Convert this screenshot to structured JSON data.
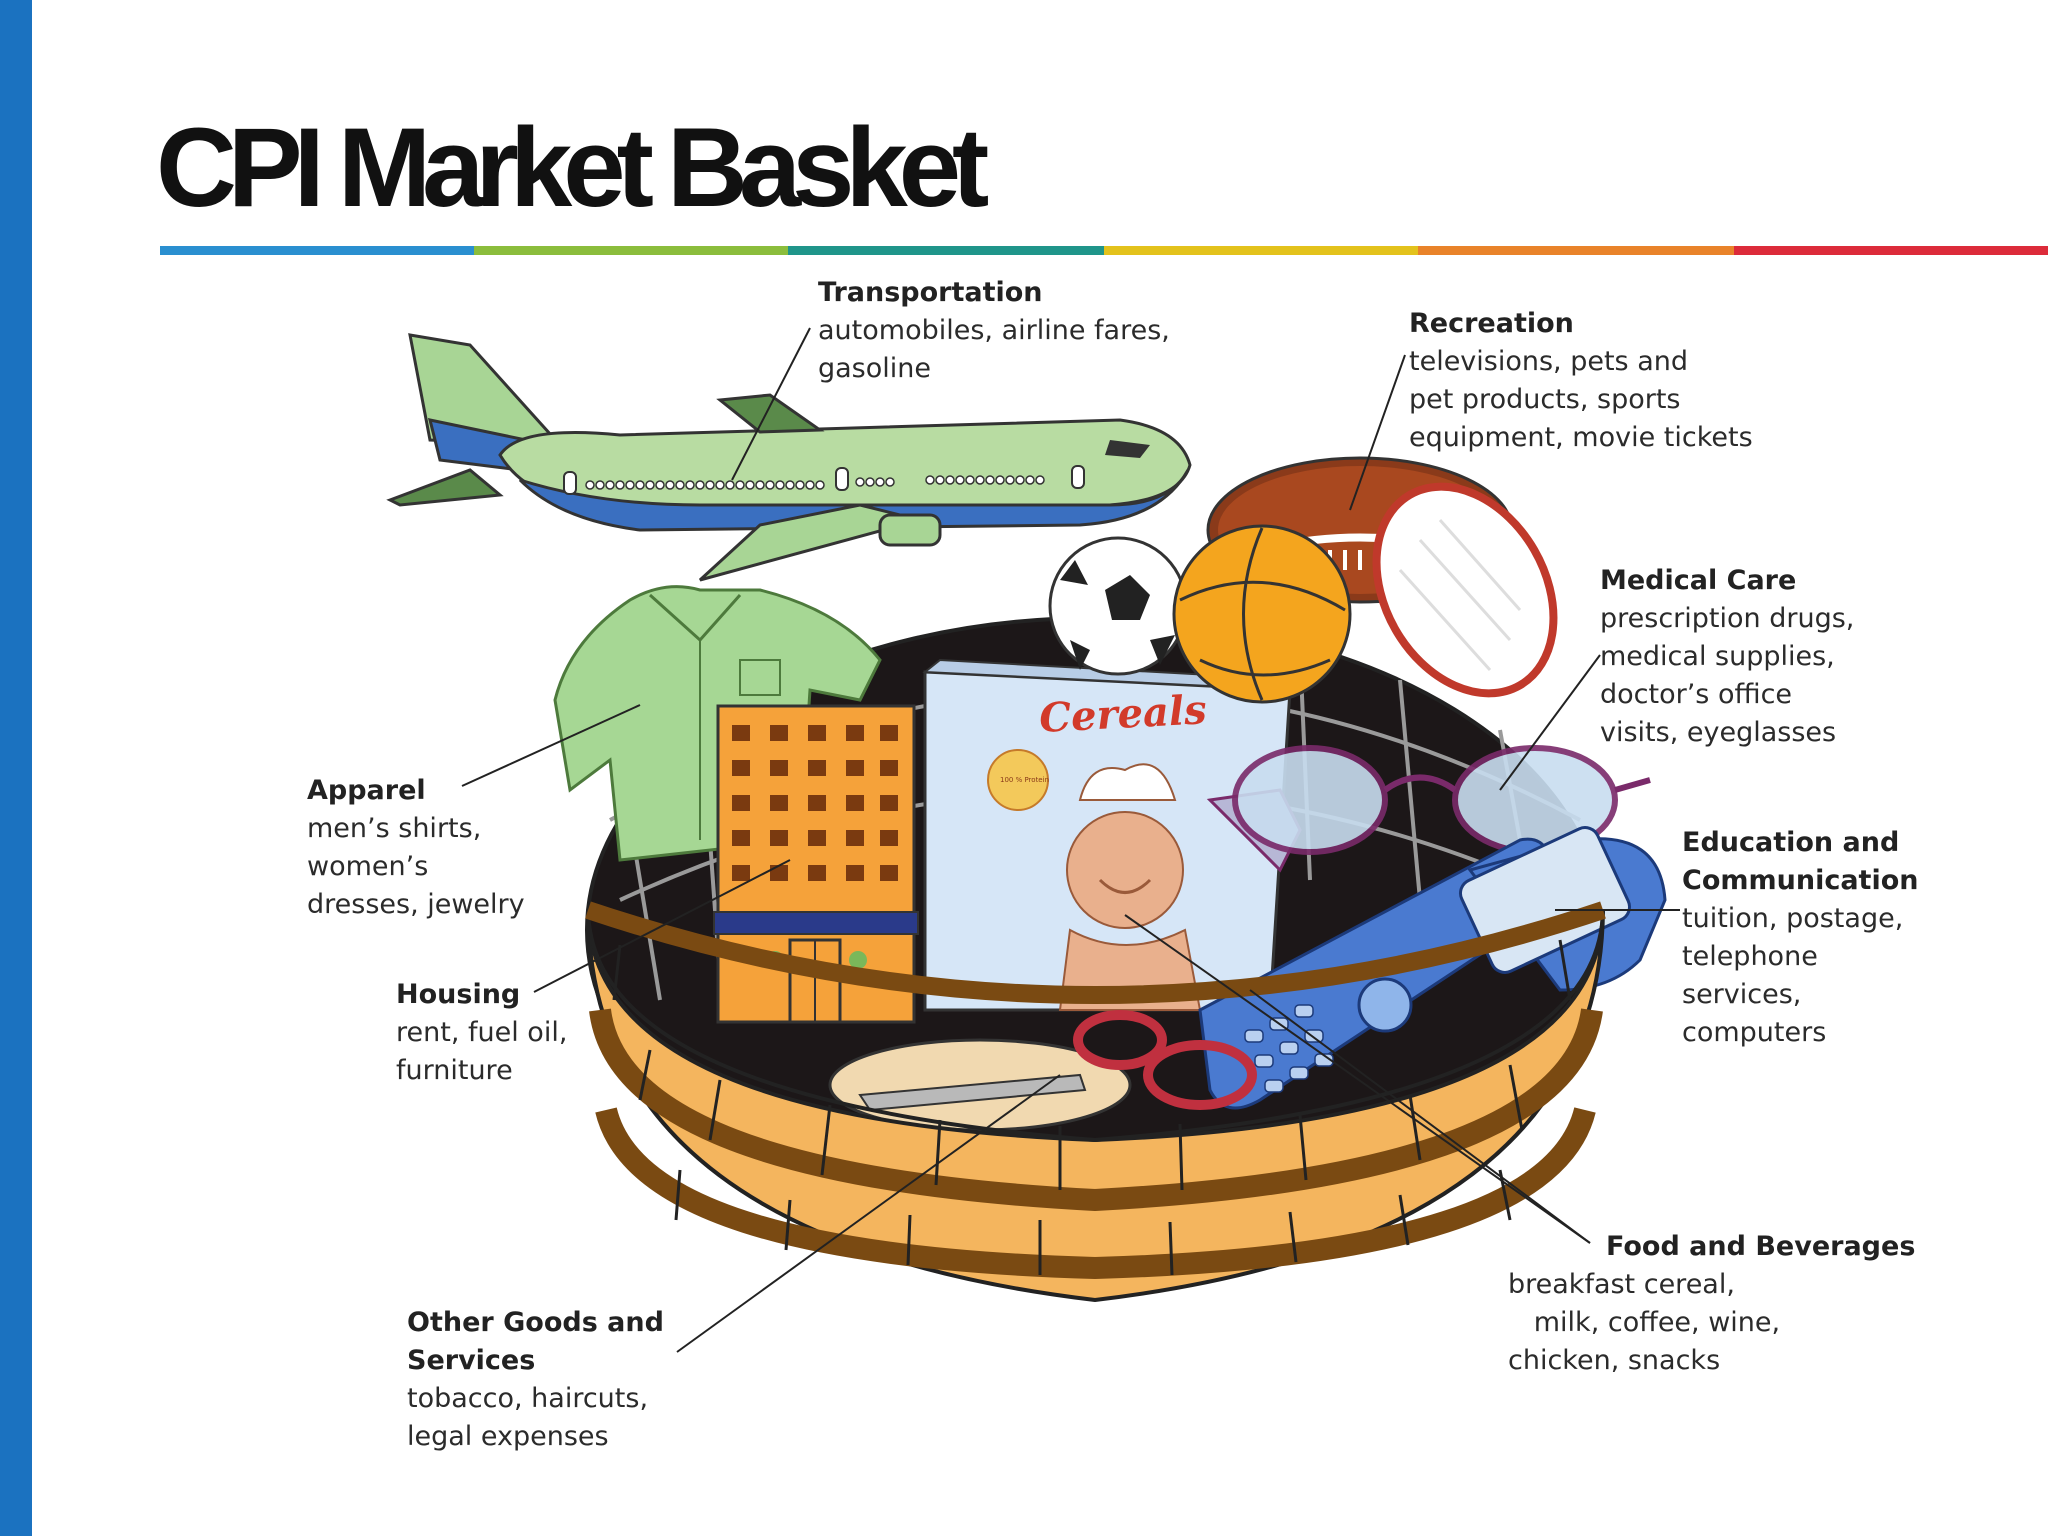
{
  "title": "CPI Market Basket",
  "colors": {
    "left_bar": "#1b72c0",
    "stripe": [
      "#2a8fd0",
      "#8bbd3c",
      "#1f958a",
      "#e3c21c",
      "#e9832a",
      "#dc2b3a"
    ]
  },
  "illustration": {
    "cereal_box_title": "Cereals",
    "cereal_badge": "100 % Protein"
  },
  "categories": [
    {
      "id": "transportation",
      "heading": "Transportation",
      "description": "automobiles, airline fares,\ngasoline"
    },
    {
      "id": "recreation",
      "heading": "Recreation",
      "description": "televisions, pets and\npet products, sports\nequipment, movie tickets"
    },
    {
      "id": "medical",
      "heading": "Medical Care",
      "description": "prescription drugs,\nmedical supplies,\ndoctor’s office\nvisits, eyeglasses"
    },
    {
      "id": "apparel",
      "heading": "Apparel",
      "description": "men’s shirts,\nwomen’s\ndresses,  jewelry"
    },
    {
      "id": "education",
      "heading": "Education and\nCommunication",
      "description": "tuition, postage,\ntelephone\nservices,\ncomputers"
    },
    {
      "id": "housing",
      "heading": "Housing",
      "description": "rent, fuel oil,\nfurniture"
    },
    {
      "id": "food",
      "heading": "Food and Beverages",
      "description": "breakfast cereal,\n   milk, coffee, wine,\nchicken, snacks"
    },
    {
      "id": "other",
      "heading": "Other Goods and\nServices",
      "description": "tobacco, haircuts,\nlegal expenses"
    }
  ]
}
